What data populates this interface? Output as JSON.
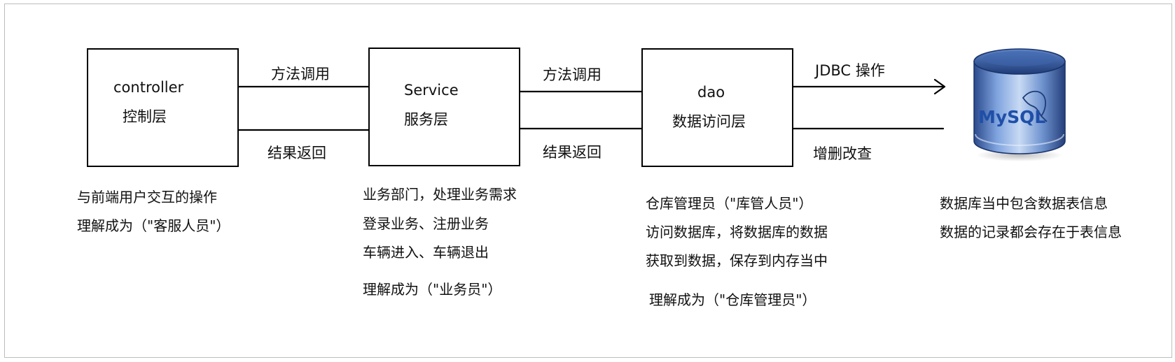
{
  "layers": {
    "controller": {
      "name": "controller",
      "desc": "控制层"
    },
    "service": {
      "name": "Service",
      "desc": "服务层"
    },
    "dao": {
      "name": "dao",
      "desc": "数据访问层"
    }
  },
  "edges": {
    "c_to_s": "方法调用",
    "s_to_c": "结果返回",
    "s_to_d": "方法调用",
    "d_to_s": "结果返回",
    "d_to_db": "JDBC 操作",
    "db_to_d": "增删改查"
  },
  "database": {
    "logo_text": "MySQL"
  },
  "notes": {
    "controller": [
      "与前端用户交互的操作",
      "理解成为（\"客服人员\"）"
    ],
    "service": [
      "业务部门，处理业务需求",
      "登录业务、注册业务",
      "车辆进入、车辆退出",
      "理解成为（\"业务员\"）"
    ],
    "dao": [
      "仓库管理员（\"库管人员\"）",
      "访问数据库，将数据库的数据",
      "获取到数据，保存到内存当中",
      "理解成为（\"仓库管理员\"）"
    ],
    "database": [
      "数据库当中包含数据表信息",
      "数据的记录都会存在于表信息"
    ]
  }
}
